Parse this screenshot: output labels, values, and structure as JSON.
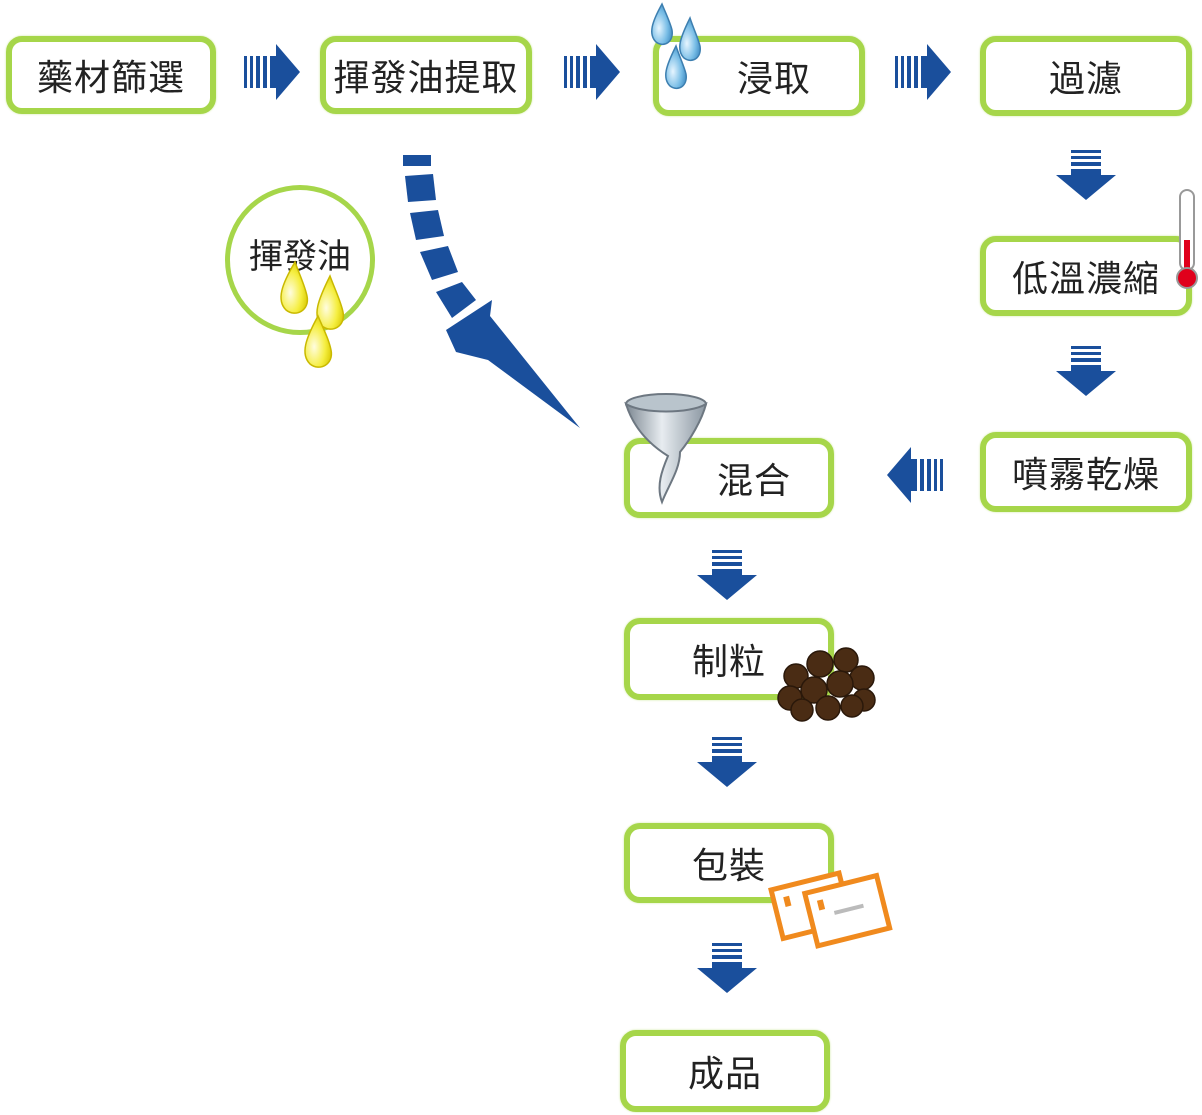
{
  "diagram": {
    "steps": {
      "s1": "藥材篩選",
      "s2": "揮發油提取",
      "s3": "浸取",
      "s4": "過濾",
      "s5": "低溫濃縮",
      "s6": "噴霧乾燥",
      "s7": "混合",
      "s8": "制粒",
      "s9": "包裝",
      "s10": "成品"
    },
    "oil_label": "揮發油"
  },
  "colors": {
    "box_border": "#a6d64a",
    "arrow": "#1a4f9c",
    "water_drop": "#6fb4e0",
    "oil_drop": "#f3ea3a",
    "granule": "#4a2c14",
    "packet": "#f08a1e"
  },
  "icons": [
    "water-drop-icon",
    "oil-drop-icon",
    "tornado-icon",
    "thermometer-icon",
    "granules-icon",
    "packets-icon",
    "arrow-icon"
  ]
}
